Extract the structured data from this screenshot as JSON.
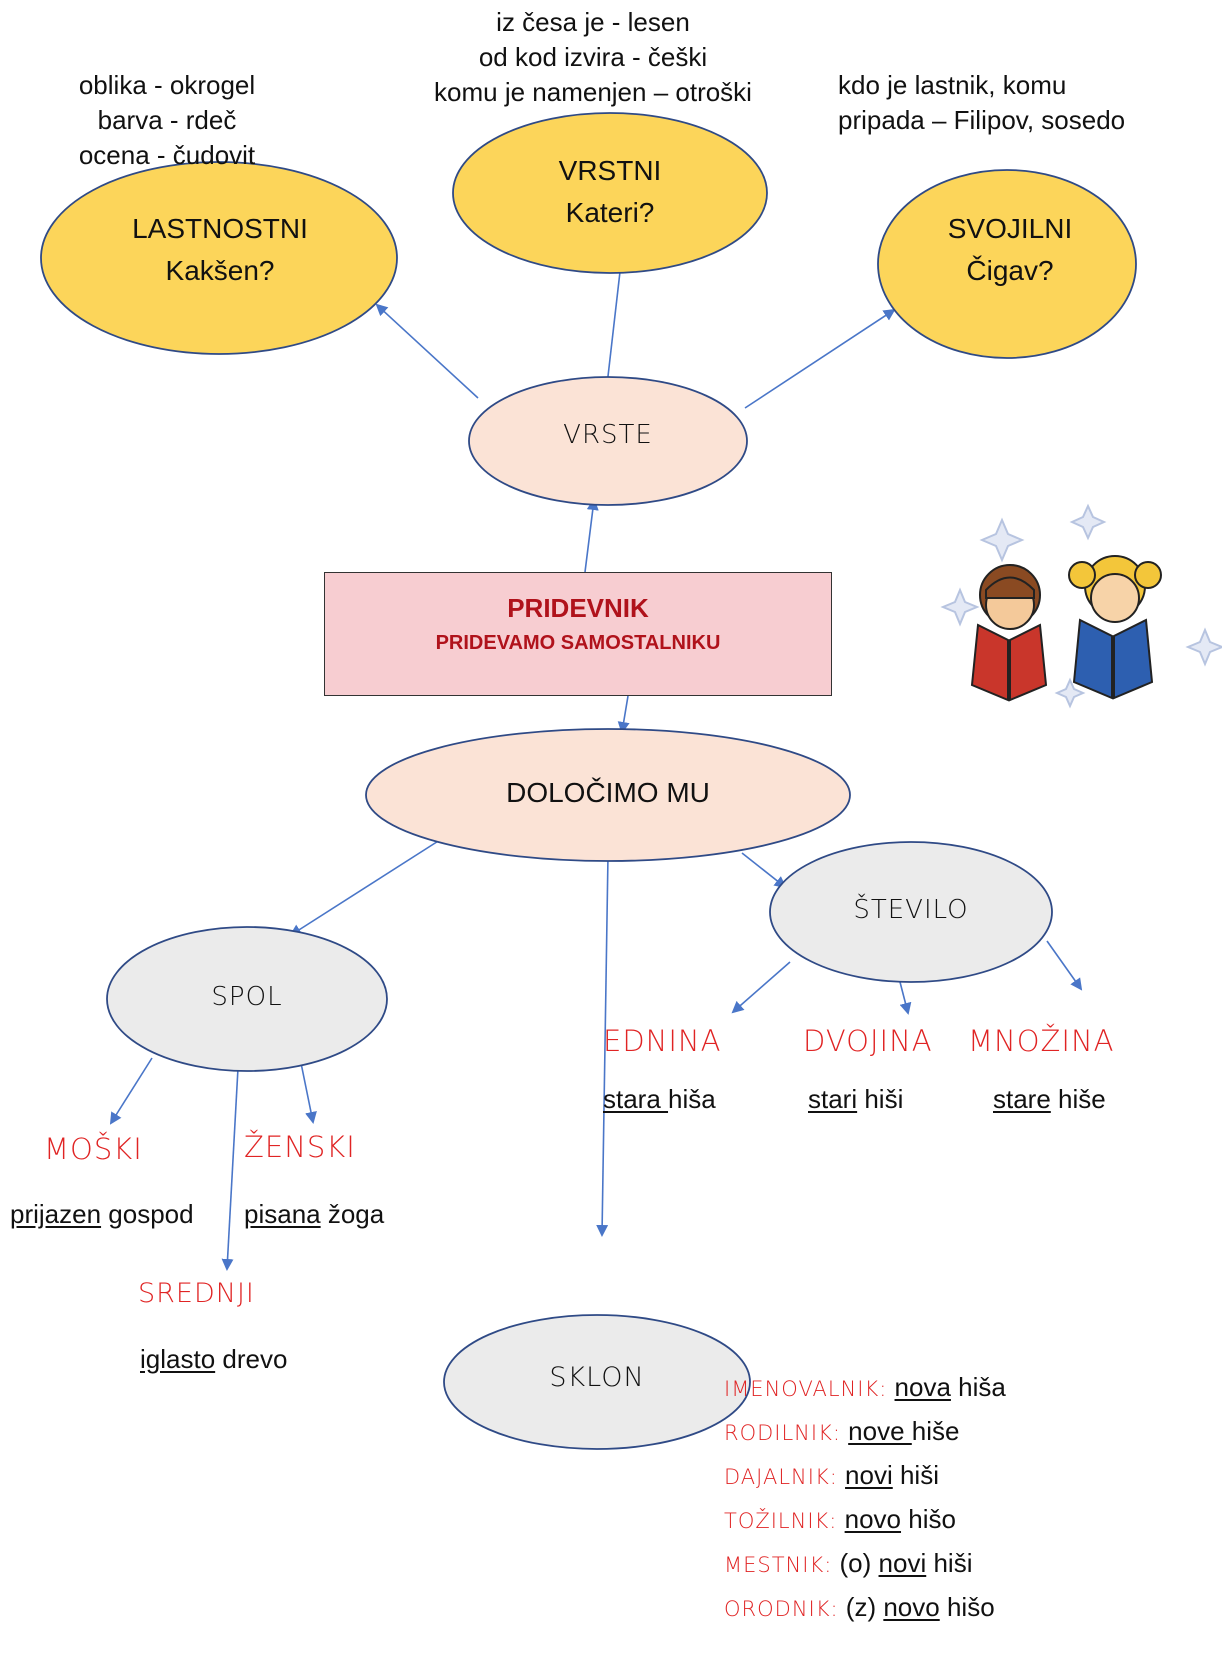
{
  "top_notes": {
    "left": [
      "oblika - okrogel",
      "barva - rdeč",
      "ocena - čudovit"
    ],
    "middle": [
      "iz česa je - lesen",
      "od kod izvira - češki",
      "komu je namenjen – otroški"
    ],
    "right": [
      "kdo je lastnik, komu",
      "pripada – Filipov, sosedo"
    ]
  },
  "nodes": {
    "lastnostni": {
      "title": "LASTNOSTNI",
      "question": "Kakšen?"
    },
    "vrstni": {
      "title": "VRSTNI",
      "question": "Kateri?"
    },
    "svojilni": {
      "title": "SVOJILNI",
      "question": "Čigav?"
    },
    "vrste": "VRSTE",
    "pridevnik": {
      "title": "PRIDEVNIK",
      "subtitle": "PRIDEVAMO SAMOSTALNIKU"
    },
    "dolocimo": "DOLOČIMO MU",
    "spol": "SPOL",
    "stevilo": "ŠTEVILO",
    "sklon": "SKLON"
  },
  "spol": {
    "moski": {
      "label": "MOŠKI",
      "adj": "prijazen",
      "noun": " gospod"
    },
    "zenski": {
      "label": "ŽENSKI",
      "adj": "pisana",
      "noun": " žoga"
    },
    "srednji": {
      "label": "SREDNJI",
      "adj": "iglasto",
      "noun": " drevo"
    }
  },
  "stevilo": {
    "ednina": {
      "label": "EDNINA",
      "adj": "stara ",
      "noun": "hiša"
    },
    "dvojina": {
      "label": "DVOJINA",
      "adj": "stari",
      "noun": " hiši"
    },
    "mnozina": {
      "label": "MNOŽINA",
      "adj": "stare",
      "noun": " hiše"
    }
  },
  "sklon": [
    {
      "case": "IMENOVALNIK:",
      "pre": " ",
      "adj": "nova",
      "noun": " hiša"
    },
    {
      "case": "RODILNIK:",
      "pre": " ",
      "adj": "nove ",
      "noun": "hiše"
    },
    {
      "case": "DAJALNIK:",
      "pre": " ",
      "adj": "novi",
      "noun": " hiši"
    },
    {
      "case": "TOŽILNIK:",
      "pre": " ",
      "adj": "novo",
      "noun": " hišo"
    },
    {
      "case": "MESTNIK:",
      "pre": " (o) ",
      "adj": "novi",
      "noun": " hiši"
    },
    {
      "case": "ORODNIK:",
      "pre": " (z) ",
      "adj": "novo",
      "noun": " hišo"
    }
  ],
  "colors": {
    "yellow_oval": "#fcd55a",
    "peach_oval": "#fbe3d6",
    "grey_oval": "#ebebeb",
    "oval_border": "#2f4a86",
    "arrow": "#4a76c8",
    "red_text": "#e02424",
    "box_fill": "#f7cdd1",
    "box_text": "#b0121b"
  }
}
